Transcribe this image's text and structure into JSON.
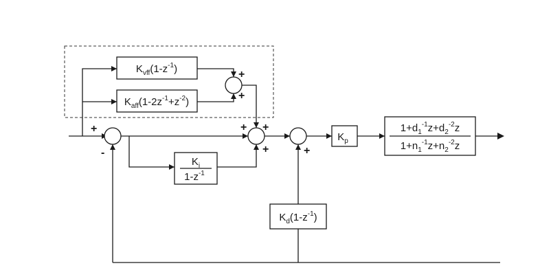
{
  "blocks": {
    "kvff": {
      "base": "K",
      "sub": "vff",
      "body": "(1-z",
      "sup": "-1",
      "close": ")"
    },
    "kaff": {
      "base": "K",
      "sub": "aff",
      "b1": "(1-2z",
      "s1": "-1",
      "b2": "+z",
      "s2": "-2",
      "close": ")"
    },
    "ki": {
      "num_base": "K",
      "num_sub": "i",
      "den_body": "1-z",
      "den_sup": "-1"
    },
    "kp": {
      "base": "K",
      "sub": "p"
    },
    "kd": {
      "base": "K",
      "sub": "d",
      "body": "(1-z",
      "sup": "-1",
      "close": ")"
    },
    "plant": {
      "num": {
        "a": "1+d",
        "a_sub": "1",
        "a_sup": "-1",
        "b": "z+d",
        "b_sub": "2",
        "b_sup": "-2",
        "c": "z"
      },
      "den": {
        "a": "1+n",
        "a_sub": "1",
        "a_sup": "-1",
        "b": "z+n",
        "b_sub": "2",
        "b_sup": "-2",
        "c": "z"
      }
    }
  },
  "signs": {
    "plus": "+",
    "minus": "-"
  }
}
